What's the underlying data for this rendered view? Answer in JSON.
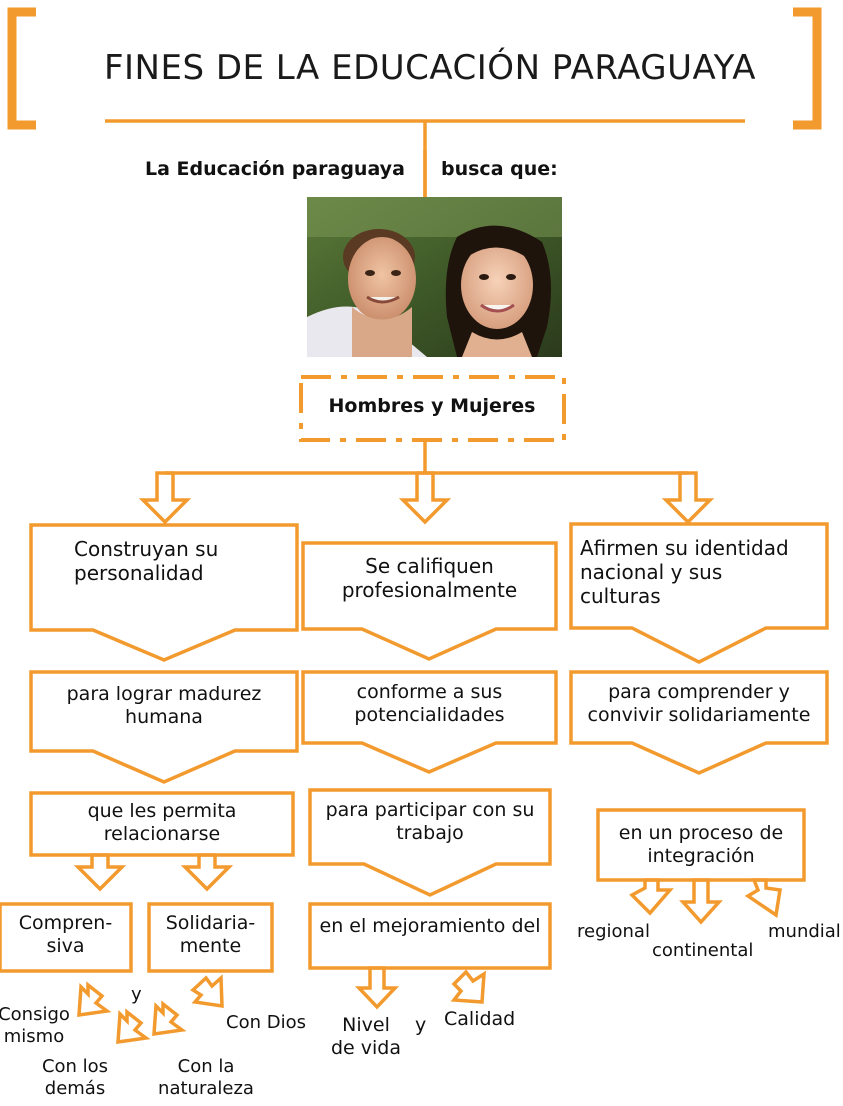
{
  "title": "FINES DE LA EDUCACIÓN PARAGUAYA",
  "intro": {
    "left": "La Educación paraguaya",
    "right": "busca que:"
  },
  "photo_icon": "couple-portrait-photo",
  "hub": "Hombres y Mujeres",
  "branch1": {
    "box1": "Construyan su\npersonalidad",
    "box2": "para lograr madurez\nhumana",
    "box3": "que les permita\nrelacionarse",
    "left": "Compren-\nsiva",
    "right": "Solidaria-\nmente",
    "y": "y",
    "leaves": [
      "Consigo\nmismo",
      "Con los\ndemás",
      "Con la\nnaturaleza",
      "Con Dios"
    ]
  },
  "branch2": {
    "box1": "Se califiquen\nprofesionalmente",
    "box2": "conforme a sus\npotencialidades",
    "box3": "para participar con su\ntrabajo",
    "box4": "en el mejoramiento del",
    "leaves": [
      "Nivel\nde vida",
      "Calidad"
    ],
    "y": "y"
  },
  "branch3": {
    "box1": "Afirmen su identidad\nnacional y sus\nculturas",
    "box2": "para comprender y\nconvivir solidariamente",
    "box3": "en un proceso de\nintegración",
    "leaves": [
      "regional",
      "continental",
      "mundial"
    ]
  },
  "colors": {
    "accent": "#f39a2e",
    "text": "#111111"
  }
}
